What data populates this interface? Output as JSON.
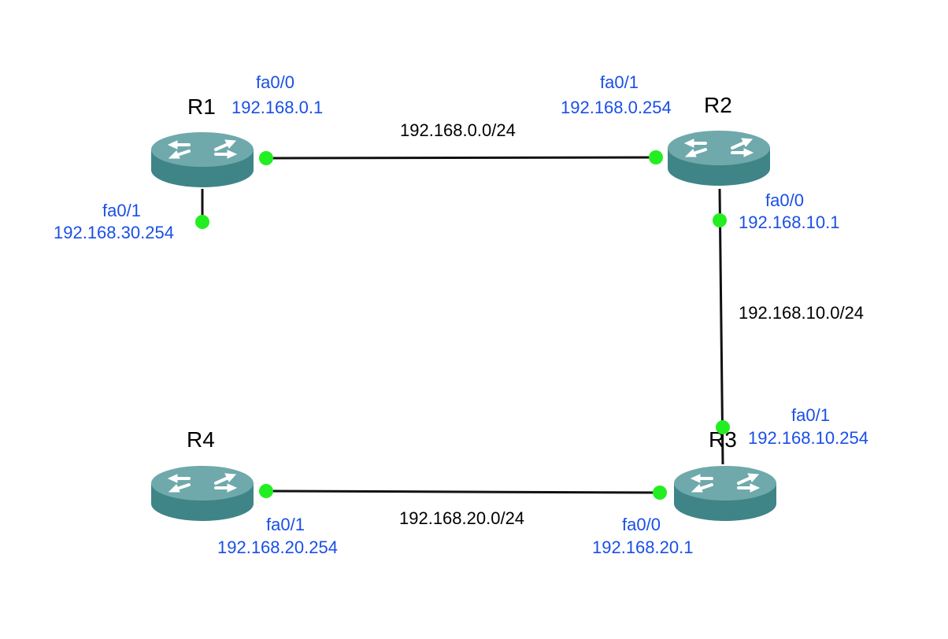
{
  "colors": {
    "background": "#ffffff",
    "link": "#111111",
    "port_dot": "#22ee22",
    "interface_text": "#1a4fe6",
    "subnet_text": "#000000",
    "router_top": "#6fa9ab",
    "router_body": "#3f8587",
    "router_arrows": "#ffffff"
  },
  "routers": {
    "r1": {
      "name": "R1",
      "icon": "router-icon"
    },
    "r2": {
      "name": "R2",
      "icon": "router-icon"
    },
    "r3": {
      "name": "R3",
      "icon": "router-icon"
    },
    "r4": {
      "name": "R4",
      "icon": "router-icon"
    }
  },
  "links": {
    "r1_r2": {
      "subnet": "192.168.0.0/24"
    },
    "r2_r3": {
      "subnet": "192.168.10.0/24"
    },
    "r3_r4": {
      "subnet": "192.168.20.0/24"
    },
    "r1_lan": {
      "subnet": ""
    }
  },
  "interfaces": {
    "r1_fa00": {
      "name": "fa0/0",
      "ip": "192.168.0.1"
    },
    "r1_fa01": {
      "name": "fa0/1",
      "ip": "192.168.30.254"
    },
    "r2_fa01": {
      "name": "fa0/1",
      "ip": "192.168.0.254"
    },
    "r2_fa00": {
      "name": "fa0/0",
      "ip": "192.168.10.1"
    },
    "r3_fa01": {
      "name": "fa0/1",
      "ip": "192.168.10.254"
    },
    "r3_fa00": {
      "name": "fa0/0",
      "ip": "192.168.20.1"
    },
    "r4_fa01": {
      "name": "fa0/1",
      "ip": "192.168.20.254"
    }
  }
}
